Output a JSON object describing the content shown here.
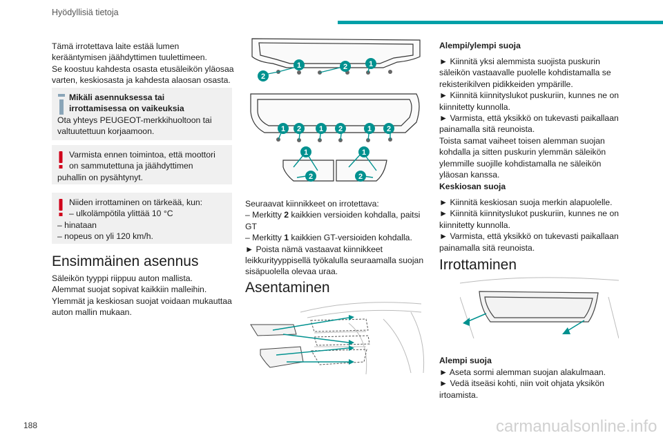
{
  "header": {
    "title": "Hyödyllisiä tietoja"
  },
  "page_number": "188",
  "watermark": "carmanualsonline.info",
  "col1": {
    "intro": [
      "Tämä irrotettava laite estää lumen",
      "kerääntymisen jäähdyttimen tuulettimeen.",
      "Se koostuu kahdesta osasta etusäleikön yläosaa",
      "varten, keskiosasta ja kahdesta alaosan osasta."
    ],
    "info_box": {
      "title_1": "Mikäli asennuksessa tai",
      "title_2": "irrottamisessa on vaikeuksia",
      "line_1": "Ota yhteys PEUGEOT-merkkihuoltoon tai",
      "line_2": "valtuutettuun korjaamoon."
    },
    "warn_box_1": {
      "line_1": "Varmista ennen toimintoa, että moottori",
      "line_2": "on sammutettuna ja jäähdyttimen",
      "line_3": "puhallin on pysähtynyt."
    },
    "warn_box_2": {
      "line_1": "Niiden irrottaminen on tärkeää, kun:",
      "line_2": "–  ulkolämpötila ylittää 10 °C",
      "line_3": "–  hinataan",
      "line_4": "–  nopeus on yli 120 km/h."
    },
    "heading": "Ensimmäinen asennus",
    "body": [
      "Säleikön tyyppi riippuu auton mallista.",
      "Alemmat suojat sopivat kaikkiin malleihin.",
      "Ylemmät ja keskiosan suojat voidaan mukauttaa",
      "auton mallin mukaan."
    ]
  },
  "col2": {
    "marks": {
      "one": "1",
      "two": "2"
    },
    "para": {
      "l1": "Seuraavat kiinnikkeet on irrotettava:",
      "l2_a": "–  Merkitty ",
      "l2_b": "2",
      "l2_c": " kaikkien versioiden kohdalla, paitsi",
      "l3": "GT",
      "l4_a": "–  Merkitty ",
      "l4_b": "1",
      "l4_c": " kaikkien GT-versioiden kohdalla.",
      "l5": "►  Poista nämä vastaavat kiinnikkeet",
      "l6": "leikkurityyppisellä työkalulla seuraamalla suojan",
      "l7": "sisäpuolella olevaa uraa."
    },
    "heading": "Asentaminen"
  },
  "col3": {
    "sub1": "Alempi/ylempi suoja",
    "sub1_lines": [
      "►  Kiinnitä yksi alemmista suojista puskurin",
      "säleikön vastaavalle puolelle kohdistamalla se",
      "rekisterikilven pidikkeiden ympärille.",
      "►  Kiinnitä kiinnityslukot puskuriin, kunnes ne on",
      "kiinnitetty kunnolla.",
      "►  Varmista, että yksikkö on tukevasti paikallaan",
      "painamalla sitä reunoista.",
      "Toista samat vaiheet toisen alemman suojan",
      "kohdalla ja sitten puskurin ylemmän säleikön",
      "ylemmille suojille kohdistamalla ne säleikön",
      "yläosan kanssa."
    ],
    "sub2": "Keskiosan suoja",
    "sub2_lines": [
      "►  Kiinnitä keskiosan suoja merkin alapuolelle.",
      "►  Kiinnitä kiinnityslukot puskuriin, kunnes ne on",
      "kiinnitetty kunnolla.",
      "►  Varmista, että yksikkö on tukevasti paikallaan",
      "painamalla sitä reunoista."
    ],
    "heading": "Irrottaminen",
    "sub3": "Alempi suoja",
    "sub3_lines": [
      "►  Aseta sormi alemman suojan alakulmaan.",
      "►  Vedä itseäsi kohti, niin voit ohjata yksikön",
      "irtoamista."
    ]
  },
  "colors": {
    "accent": "#00a0a8",
    "warning": "#d0021b",
    "info": "#8aa5b8",
    "badge": "#00918f"
  }
}
